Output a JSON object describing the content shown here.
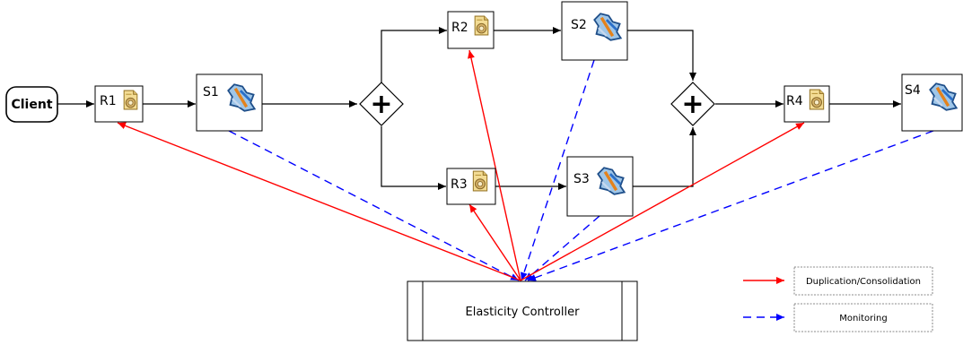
{
  "client": {
    "label": "Client"
  },
  "registries": [
    {
      "id": "r1",
      "label": "R1"
    },
    {
      "id": "r2",
      "label": "R2"
    },
    {
      "id": "r3",
      "label": "R3"
    },
    {
      "id": "r4",
      "label": "R4"
    }
  ],
  "services": [
    {
      "id": "s1",
      "label": "S1"
    },
    {
      "id": "s2",
      "label": "S2"
    },
    {
      "id": "s3",
      "label": "S3"
    },
    {
      "id": "s4",
      "label": "S4"
    }
  ],
  "gateways": [
    {
      "id": "split",
      "symbol": "+"
    },
    {
      "id": "join",
      "symbol": "+"
    }
  ],
  "controller": {
    "label": "Elasticity Controller"
  },
  "legend": {
    "duplication": {
      "label": "Duplication/Consolidation",
      "color": "#ff0000",
      "style": "solid"
    },
    "monitoring": {
      "label": "Monitoring",
      "color": "#0000ff",
      "style": "dashed"
    }
  },
  "colors": {
    "flow": "#000000",
    "duplication": "#ff0000",
    "monitoring": "#0000ff"
  },
  "icons": {
    "registry": "document-gear-icon",
    "service": "puzzle-piece-icon",
    "gateway": "parallel-gateway-icon"
  }
}
